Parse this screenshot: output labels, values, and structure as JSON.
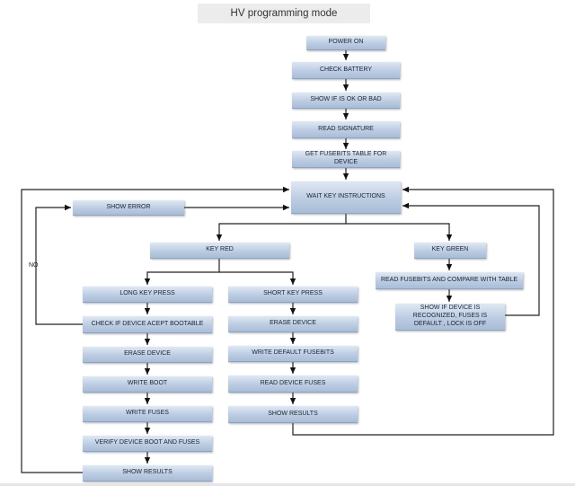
{
  "title": "HV programming mode",
  "nodes": {
    "power_on": "POWER ON",
    "check_battery": "CHECK BATTERY",
    "show_ok_bad": "SHOW IF IS OK OR BAD",
    "read_signature": "READ SIGNATURE",
    "get_fusebits_table": "GET FUSEBITS TABLE FOR DEVICE",
    "wait_key": "WAIT KEY INSTRUCTIONS",
    "show_error": "SHOW ERROR",
    "key_red": "KEY RED",
    "key_green": "KEY GREEN",
    "long_key_press": "LONG KEY PRESS",
    "short_key_press": "SHORT KEY PRESS",
    "check_bootable": "CHECK IF DEVICE ACEPT BOOTABLE",
    "erase_device_left": "ERASE DEVICE",
    "write_boot": "WRITE BOOT",
    "write_fuses": "WRITE FUSES",
    "verify_boot_fuses": "VERIFY DEVICE BOOT AND FUSES",
    "show_results_left": "SHOW RESULTS",
    "erase_device_mid": "ERASE DEVICE",
    "write_default_fusebits": "WRITE DEFAULT FUSEBITS",
    "read_device_fuses": "READ DEVICE FUSES",
    "show_results_mid": "SHOW RESULTS",
    "read_fusebits_compare": "READ FUSEBITS AND COMPARE WITH TABLE",
    "show_recognized": "SHOW IF DEVICE IS RECOGNIZED, FUSES IS DEFAULT , LOCK IS OFF"
  },
  "edge_labels": {
    "no": "NO"
  }
}
